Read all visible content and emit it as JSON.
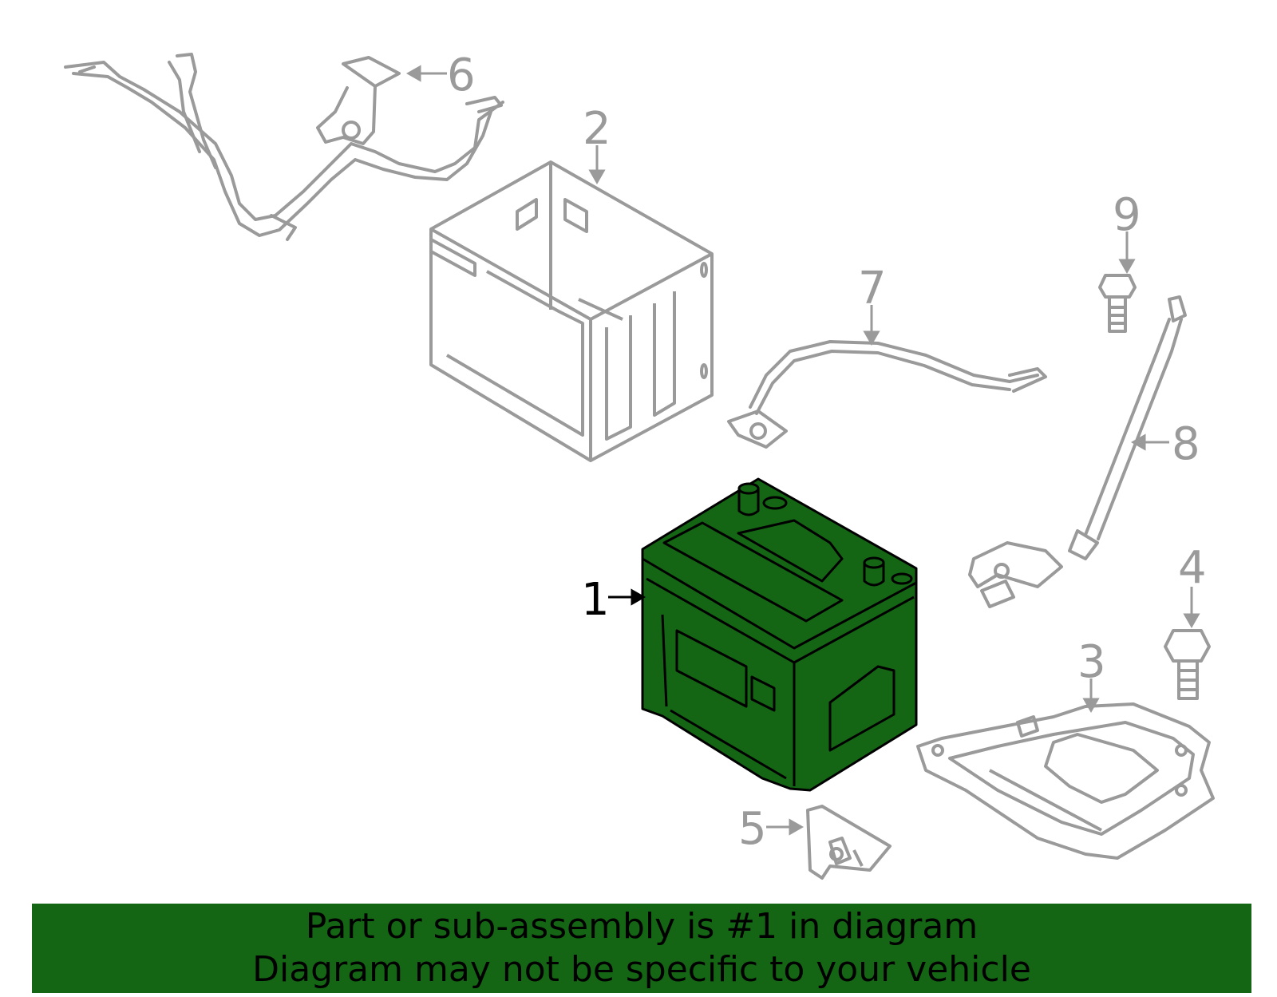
{
  "colors": {
    "highlight_fill": "#146614",
    "outline_gray": "#9a9a9a",
    "outline_black": "#000000",
    "banner_bg": "#146614"
  },
  "callouts": {
    "c1": "1",
    "c2": "2",
    "c3": "3",
    "c4": "4",
    "c5": "5",
    "c6": "6",
    "c7": "7",
    "c8": "8",
    "c9": "9"
  },
  "highlighted_part": "1",
  "banner": {
    "line1": "Part or sub-assembly is #1 in diagram",
    "line2": "Diagram may not be specific to your vehicle"
  }
}
